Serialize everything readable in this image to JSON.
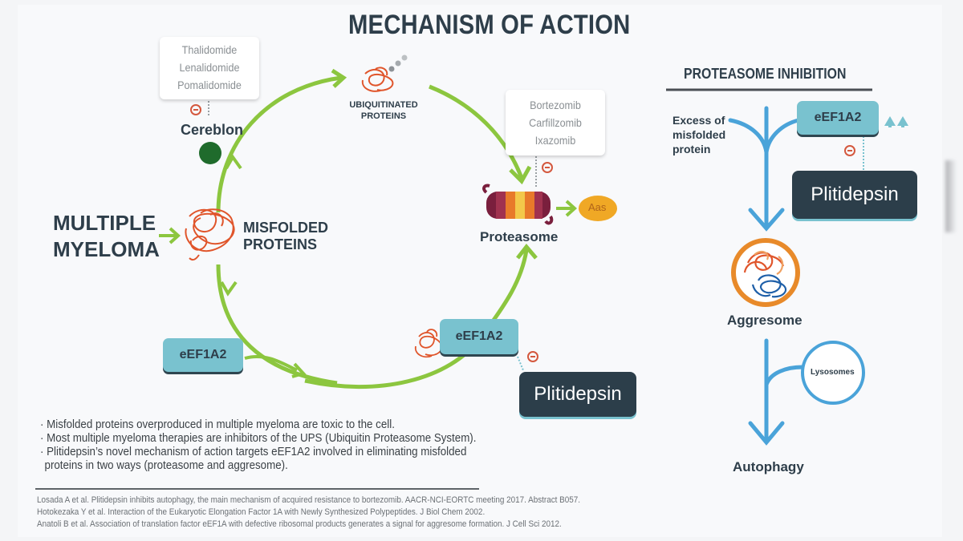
{
  "title": "MECHANISM OF ACTION",
  "left_diagram": {
    "disease_label": [
      "MULTIPLE",
      "MYELOMA"
    ],
    "misfolded_label": [
      "MISFOLDED",
      "PROTEINS"
    ],
    "ubiquitinated_label": [
      "UBIQUITINATED",
      "PROTEINS"
    ],
    "imid_drugs": [
      "Thalidomide",
      "Lenalidomide",
      "Pomalidomide"
    ],
    "cereblon_label": "Cereblon",
    "proteasome_drugs": [
      "Bortezomib",
      "Carfillzomib",
      "Ixazomib"
    ],
    "proteasome_label": "Proteasome",
    "aas_label": "Aas",
    "eef_left_label": "eEF1A2",
    "eef_right_label": "eEF1A2",
    "plitidepsin_label": "Plitidepsin"
  },
  "right_diagram": {
    "heading": "PROTEASOME INHIBITION",
    "excess_label": [
      "Excess of",
      "misfolded",
      "protein"
    ],
    "eef_label": "eEF1A2",
    "plitidepsin_label": "Plitidepsin",
    "aggresome_label": "Aggresome",
    "lysosomes_label": "Lysosomes",
    "autophagy_label": "Autophagy"
  },
  "bullets": [
    "· Misfolded proteins overproduced in multiple myeloma are toxic to the cell.",
    "· Most multiple myeloma therapies are inhibitors of the UPS (Ubiquitin Proteasome System).",
    "· Plitidepsin’s novel mechanism of action targets eEF1A2 involved in eliminating misfolded",
    "  proteins in two ways (proteasome and aggresome)."
  ],
  "references": [
    "Losada A et al. Plitidepsin inhibits autophagy, the main mechanism of acquired resistance to bortezomib. AACR-NCI-EORTC meeting 2017. Abstract B057.",
    "Hotokezaka Y et al. Interaction of the Eukaryotic Elongation Factor 1A with Newly Synthesized Polypeptides. J Biol Chem 2002.",
    "Anatoli B et al. Association of translation factor eEF1A with defective ribosomal products generates a signal for aggresome formation. J Cell Sci 2012."
  ],
  "colors": {
    "cycle_arrow": "#8cc63f",
    "pathway_arrow": "#4aa3d9",
    "eef_box": "#79c2cf",
    "plitidepsin_box": "#2c3e4a",
    "inhibit_red": "#d4583e",
    "protein_red": "#e0552b",
    "aas_orange": "#f0a825",
    "cereblon_green": "#1f6b2c"
  }
}
